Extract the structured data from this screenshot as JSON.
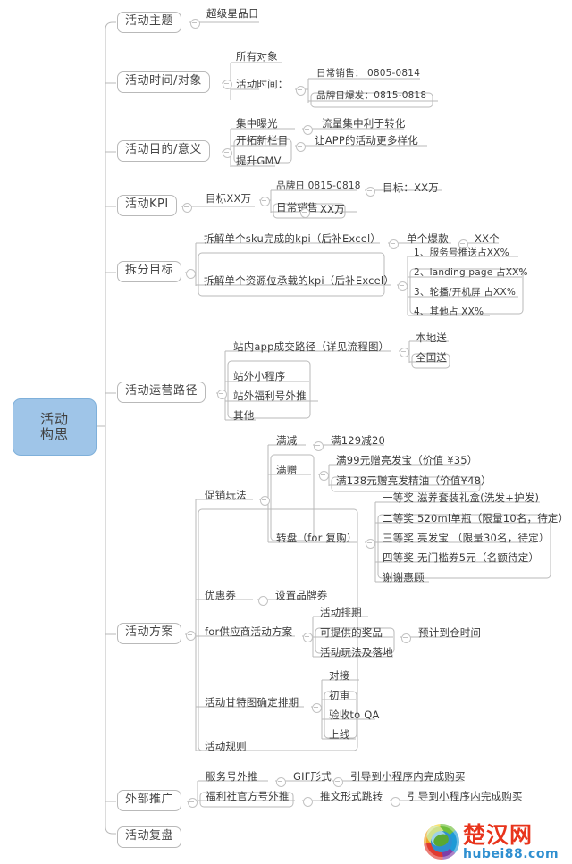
{
  "root": {
    "line1": "活动",
    "line2": "构思"
  },
  "branches": [
    {
      "id": "theme",
      "label": "活动主题",
      "children": [
        {
          "label": "超级星品日"
        }
      ]
    },
    {
      "id": "time-target",
      "label": "活动时间/对象",
      "children": [
        {
          "label": "所有对象"
        },
        {
          "label": "活动时间：",
          "children": [
            {
              "label": "日常销售：  0805-0814"
            },
            {
              "label": "品牌日爆发：0815-0818"
            }
          ]
        }
      ]
    },
    {
      "id": "purpose",
      "label": "活动目的/意义",
      "children": [
        {
          "label": "集中曝光",
          "children": [
            {
              "label": "流量集中利于转化"
            }
          ]
        },
        {
          "label": "开拓新栏目",
          "children": [
            {
              "label": "让APP的活动更多样化"
            }
          ]
        },
        {
          "label": "提升GMV"
        }
      ]
    },
    {
      "id": "kpi",
      "label": "活动KPI",
      "children": [
        {
          "label": "目标XX万",
          "children": [
            {
              "label": "品牌日 0815-0818",
              "children": [
                {
                  "label": "目标：XX万"
                }
              ]
            },
            {
              "label": "日常销售",
              "children": [
                {
                  "label": "XX万"
                }
              ]
            }
          ]
        }
      ]
    },
    {
      "id": "split-goal",
      "label": "拆分目标",
      "children": [
        {
          "label": "拆解单个sku完成的kpi（后补Excel）",
          "children": [
            {
              "label": "单个爆款",
              "children": [
                {
                  "label": "XX个"
                }
              ]
            }
          ]
        },
        {
          "label": "拆解单个资源位承载的kpi（后补Excel）",
          "children": [
            {
              "label": "1、服务号推送占XX%"
            },
            {
              "label": "2、landing page 占XX%"
            },
            {
              "label": "3、轮播/开机屏 占XX%"
            },
            {
              "label": "4、其他占 XX%"
            }
          ]
        }
      ]
    },
    {
      "id": "ops-path",
      "label": "活动运营路径",
      "children": [
        {
          "label": "站内app成交路径（详见流程图）",
          "children": [
            {
              "label": "本地送"
            },
            {
              "label": "全国送"
            }
          ]
        },
        {
          "label": "站外小程序"
        },
        {
          "label": "站外福利号外推"
        },
        {
          "label": "其他"
        }
      ]
    },
    {
      "id": "plan",
      "label": "活动方案",
      "children": [
        {
          "label": "促销玩法",
          "children": [
            {
              "label": "满减",
              "children": [
                {
                  "label": "满129减20"
                }
              ]
            },
            {
              "label": "满赠",
              "children": [
                {
                  "label": "满99元赠亮发宝（价值 ¥35）"
                },
                {
                  "label": "满138元赠亮发精油（价值¥48）"
                }
              ]
            },
            {
              "label": "转盘（for 复购）",
              "children": [
                {
                  "label": "一等奖 滋养套装礼盒(洗发+护发)"
                },
                {
                  "label": "二等奖 520ml单瓶（限量10名，待定）"
                },
                {
                  "label": "三等奖 亮发宝 （限量30名，待定）"
                },
                {
                  "label": "四等奖 无门槛券5元（名额待定）"
                },
                {
                  "label": "谢谢惠顾"
                }
              ]
            }
          ]
        },
        {
          "label": "优惠券",
          "children": [
            {
              "label": "设置品牌券"
            }
          ]
        },
        {
          "label": "for供应商活动方案",
          "children": [
            {
              "label": "活动排期"
            },
            {
              "label": "可提供的奖品",
              "children": [
                {
                  "label": "预计到仓时间"
                }
              ]
            },
            {
              "label": "活动玩法及落地"
            }
          ]
        },
        {
          "label": "活动甘特图确定排期",
          "children": [
            {
              "label": "对接"
            },
            {
              "label": "初审"
            },
            {
              "label": "验收to QA"
            },
            {
              "label": "上线"
            }
          ]
        },
        {
          "label": "活动规则"
        }
      ]
    },
    {
      "id": "external",
      "label": "外部推广",
      "children": [
        {
          "label": "服务号外推",
          "children": [
            {
              "label": "GIF形式",
              "children": [
                {
                  "label": "引导到小程序内完成购买"
                }
              ]
            }
          ]
        },
        {
          "label": "福利社官方号外推",
          "children": [
            {
              "label": "推文形式跳转",
              "children": [
                {
                  "label": "引导到小程序内完成购买"
                }
              ]
            }
          ]
        }
      ]
    },
    {
      "id": "review",
      "label": "活动复盘",
      "children": []
    }
  ],
  "watermark": {
    "cn": "楚汉网",
    "en": "hubei88.com"
  },
  "colors": {
    "root_fill": "#9fc5e8",
    "line": "#b9b9b9",
    "text": "#3c3c3c"
  }
}
